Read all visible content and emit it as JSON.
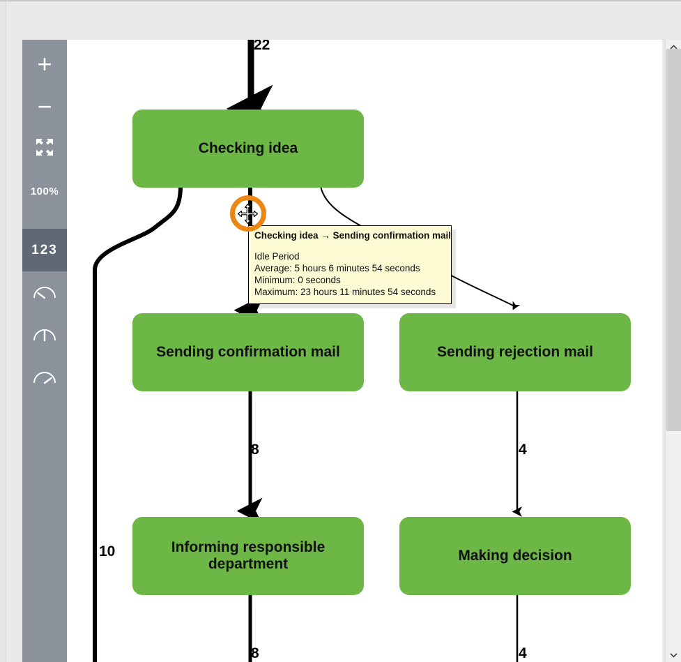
{
  "app": {
    "zoom_level": "100%"
  },
  "toolbar": {
    "items": [
      {
        "name": "zoom-in",
        "label": "+",
        "icon": "plus-icon",
        "selected": false
      },
      {
        "name": "zoom-out",
        "label": "−",
        "icon": "minus-icon",
        "selected": false
      },
      {
        "name": "fit-screen",
        "label": "",
        "icon": "fit-screen-icon",
        "selected": false
      },
      {
        "name": "zoom-percent",
        "label": "100%",
        "icon": "zoom-level-text",
        "selected": false
      },
      {
        "name": "frequency",
        "label": "123",
        "icon": "numbers-icon",
        "selected": true
      },
      {
        "name": "duration-min",
        "label": "",
        "icon": "gauge-low-icon",
        "selected": false
      },
      {
        "name": "duration-avg",
        "label": "",
        "icon": "gauge-mid-icon",
        "selected": false
      },
      {
        "name": "duration-max",
        "label": "",
        "icon": "gauge-high-icon",
        "selected": false
      }
    ]
  },
  "scrollbar": {
    "up_arrow": "▲",
    "down_arrow": "▼"
  },
  "diagram": {
    "nodes": [
      {
        "id": "checking-idea",
        "label": "Checking idea"
      },
      {
        "id": "sending-confirmation",
        "label": "Sending confirmation mail"
      },
      {
        "id": "sending-rejection",
        "label": "Sending rejection mail"
      },
      {
        "id": "informing-department",
        "label": "Informing responsible department"
      },
      {
        "id": "making-decision",
        "label": "Making decision"
      }
    ],
    "edge_labels": {
      "into_checking_idea": "22",
      "checking_to_left_branch": "10",
      "confirmation_to_informing": "8",
      "rejection_to_decision": "4",
      "informing_out": "8",
      "decision_out": "4"
    },
    "node_color": "#6cb745"
  },
  "tooltip": {
    "title": "Checking idea → Sending confirmation mail",
    "metric": "Idle Period",
    "average": "Average: 5 hours 6 minutes 54 seconds",
    "minimum": "Minimum: 0 seconds",
    "maximum": "Maximum: 23 hours 11 minutes 54 seconds",
    "background": "#fdfbd3"
  },
  "cursor": {
    "highlight_color": "#eb8712",
    "type": "move-cursor"
  }
}
